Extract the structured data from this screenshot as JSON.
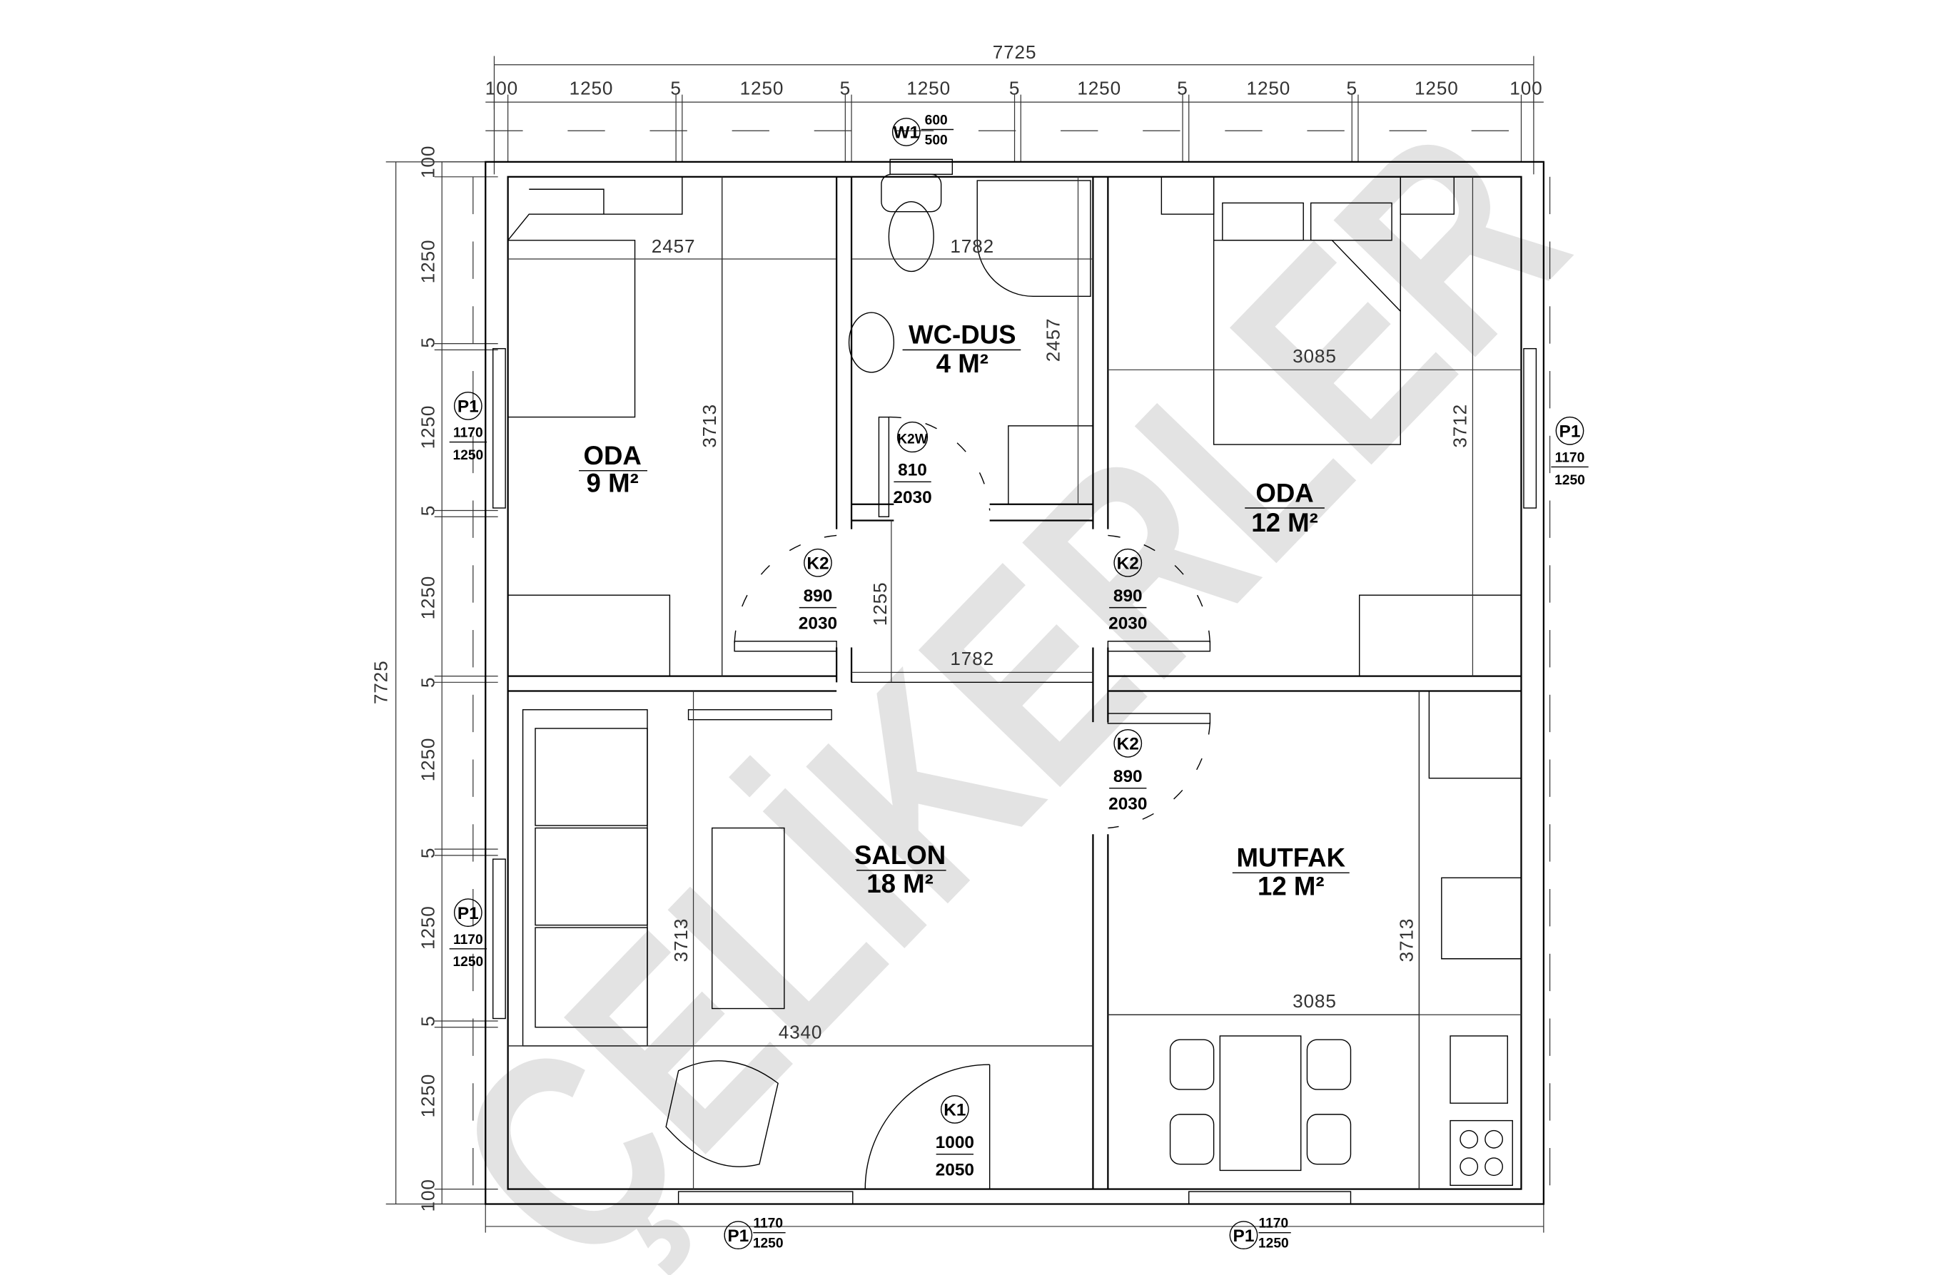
{
  "watermark": "ÇELİKERLER",
  "dimensions": {
    "top_total": "7725",
    "top_segments": [
      "100",
      "1250",
      "5",
      "1250",
      "5",
      "1250",
      "5",
      "1250",
      "5",
      "1250",
      "5",
      "1250",
      "100"
    ],
    "left_total": "7725",
    "left_segments": [
      "100",
      "1250",
      "5",
      "1250",
      "5",
      "1250",
      "5",
      "1250",
      "5",
      "1250",
      "5",
      "1250",
      "100"
    ],
    "interior": {
      "oda9_width": "2457",
      "wc_width": "1782",
      "wc_height": "2457",
      "oda12_width": "3085",
      "oda9_height": "3713",
      "oda12_height": "3712",
      "hall_height": "1255",
      "hall_width": "1782",
      "salon_height": "3713",
      "salon_width": "4340",
      "mutfak_width": "3085",
      "mutfak_height": "3713"
    }
  },
  "rooms": [
    {
      "name": "ODA",
      "area": "9 M²"
    },
    {
      "name": "WC-DUS",
      "area": "4 M²"
    },
    {
      "name": "ODA",
      "area": "12 M²"
    },
    {
      "name": "SALON",
      "area": "18 M²"
    },
    {
      "name": "MUTFAK",
      "area": "12 M²"
    }
  ],
  "openings": {
    "w1": {
      "code": "W1",
      "width": "600",
      "height": "500"
    },
    "p1_left_top": {
      "code": "P1",
      "width": "1170",
      "height": "1250"
    },
    "p1_left_bottom": {
      "code": "P1",
      "width": "1170",
      "height": "1250"
    },
    "p1_right": {
      "code": "P1",
      "width": "1170",
      "height": "1250"
    },
    "p1_bottom_salon": {
      "code": "P1",
      "width": "1170",
      "height": "1250"
    },
    "p1_bottom_mutfak": {
      "code": "P1",
      "width": "1170",
      "height": "1250"
    },
    "k2w": {
      "code": "K2W",
      "width": "810",
      "height": "2030"
    },
    "k2_oda9": {
      "code": "K2",
      "width": "890",
      "height": "2030"
    },
    "k2_oda12": {
      "code": "K2",
      "width": "890",
      "height": "2030"
    },
    "k2_mutfak": {
      "code": "K2",
      "width": "890",
      "height": "2030"
    },
    "k1": {
      "code": "K1",
      "width": "1000",
      "height": "2050"
    }
  }
}
